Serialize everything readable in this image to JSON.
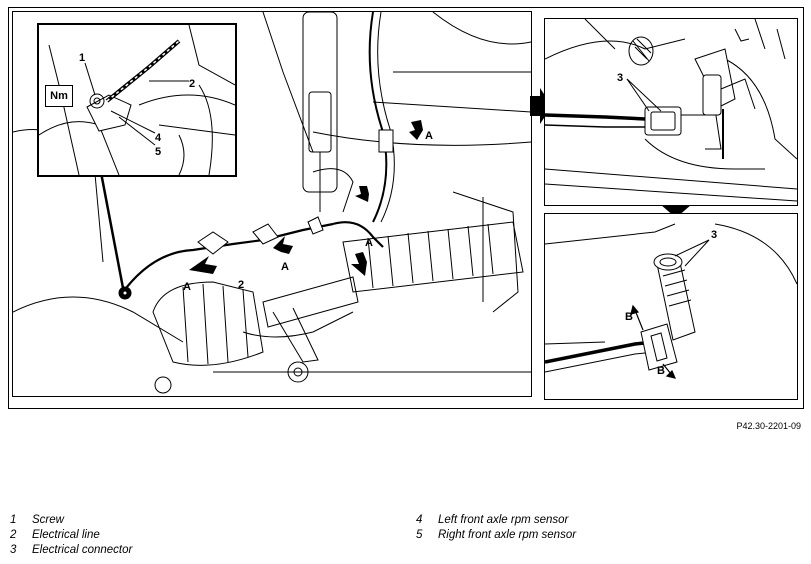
{
  "callouts": {
    "one": "1",
    "two": "2",
    "three": "3",
    "four": "4",
    "five": "5",
    "a": "A",
    "b": "B"
  },
  "torque_symbol": "Nm",
  "figure_id": "P42.30-2201-09",
  "legend": [
    {
      "num": "1",
      "text": "Screw"
    },
    {
      "num": "2",
      "text": "Electrical line"
    },
    {
      "num": "3",
      "text": "Electrical connector"
    },
    {
      "num": "4",
      "text": "Left front axle rpm sensor"
    },
    {
      "num": "5",
      "text": "Right front axle rpm sensor"
    }
  ]
}
